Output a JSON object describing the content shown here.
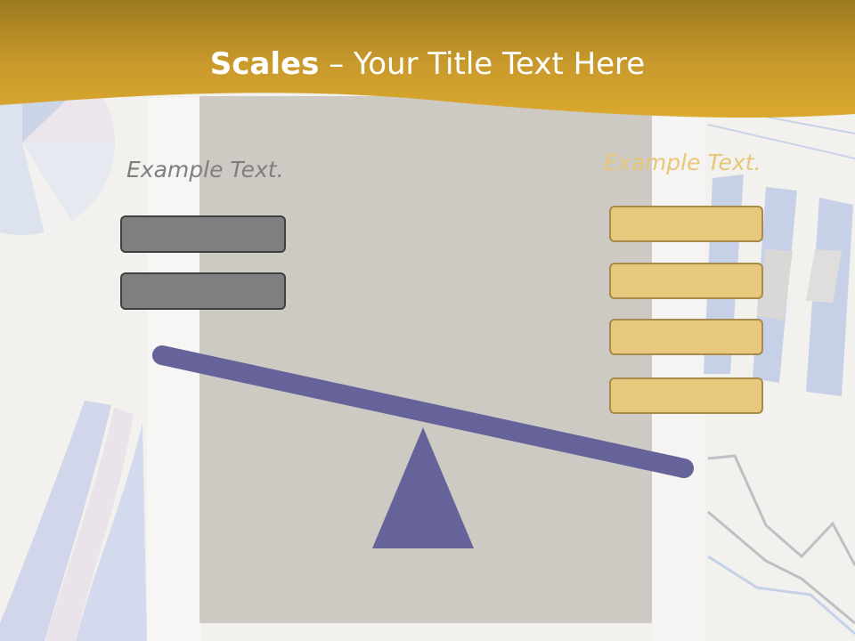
{
  "slide": {
    "title_bold": "Scales",
    "title_rest": " – Your Title Text Here",
    "left_label": "Example Text.",
    "right_label": "Example Text.",
    "left_boxes": [
      "",
      ""
    ],
    "right_boxes": [
      "",
      "",
      "",
      ""
    ]
  },
  "colors": {
    "header_gold": "#d9a52a",
    "beam": "#65639a",
    "left_box": "#7f7f7f",
    "right_box": "#e8c87c"
  }
}
